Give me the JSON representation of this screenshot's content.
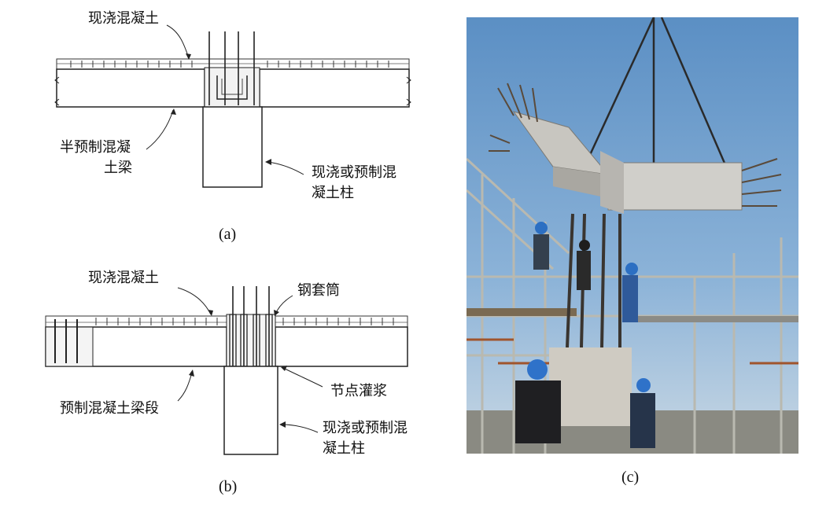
{
  "panel_a": {
    "caption": "(a)",
    "label_cast_in_place": "现浇混凝土",
    "label_half_precast_beam": [
      "半预制混凝",
      "土梁"
    ],
    "label_column": [
      "现浇或预制混",
      "凝土柱"
    ]
  },
  "panel_b": {
    "caption": "(b)",
    "label_cast_in_place": "现浇混凝土",
    "label_steel_sleeve": "钢套筒",
    "label_precast_beam_segment": "预制混凝土梁段",
    "label_grouting": "节点灌浆",
    "label_column": [
      "现浇或预制混",
      "凝土柱"
    ]
  },
  "panel_c": {
    "caption": "(c)"
  }
}
